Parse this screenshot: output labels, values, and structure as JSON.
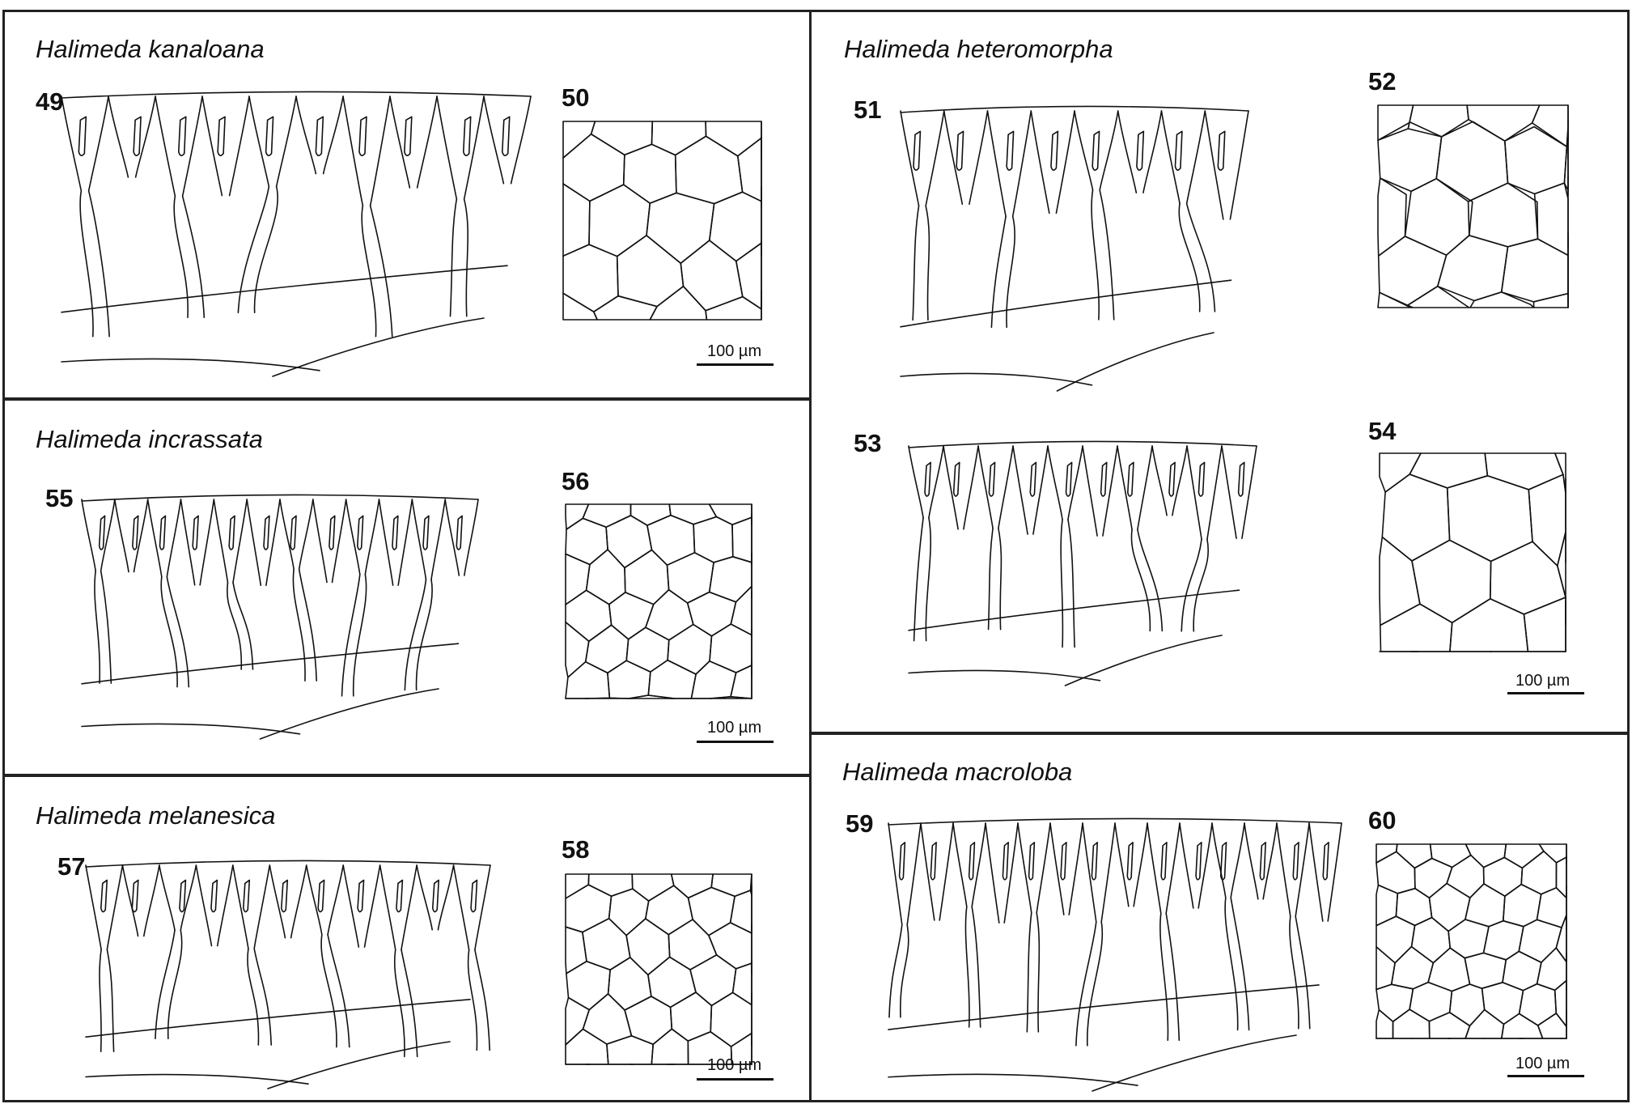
{
  "panels": [
    {
      "species": "Halimeda kanaloana",
      "section_fig": "49",
      "surface_fig": "50",
      "scale": "100 µm"
    },
    {
      "species": "Halimeda incrassata",
      "section_fig": "55",
      "surface_fig": "56",
      "scale": "100 µm"
    },
    {
      "species": "Halimeda melanesica",
      "section_fig": "57",
      "surface_fig": "58",
      "scale": "100 µm"
    },
    {
      "species": "Halimeda heteromorpha",
      "section_fig": "51",
      "surface_fig": "52",
      "section_fig_2": "53",
      "surface_fig_2": "54",
      "scale": "100 µm"
    },
    {
      "species": "Halimeda macroloba",
      "section_fig": "59",
      "surface_fig": "60",
      "scale": "100 µm"
    }
  ]
}
